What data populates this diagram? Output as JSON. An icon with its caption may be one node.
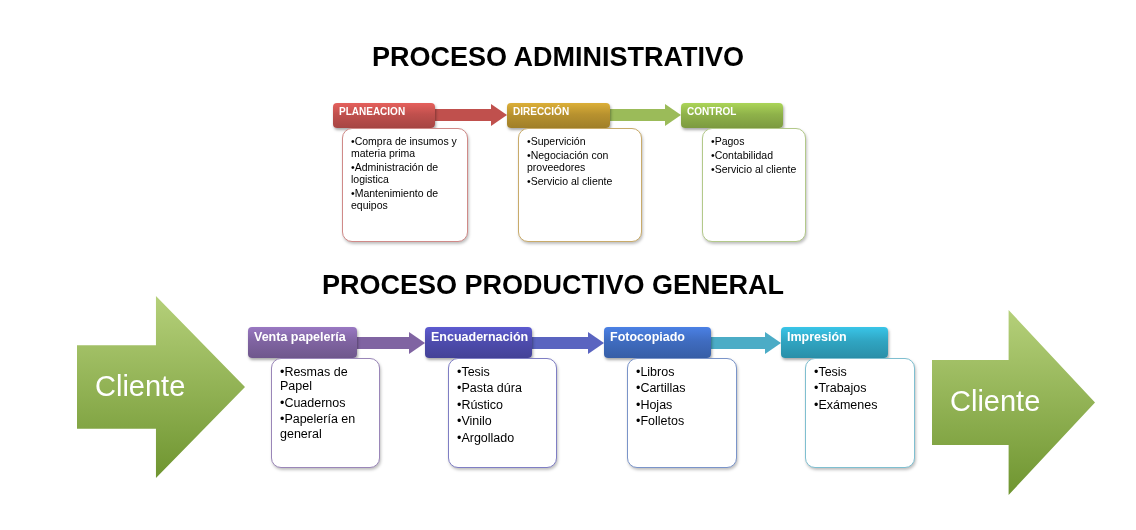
{
  "diagram": {
    "title": "PROCESO ADMINISTRATIVO",
    "nodes": [
      {
        "text": [
          "PLANEACION"
        ]
      },
      {
        "text": [
          "•Compra de insumos y materia prima",
          "•Administración de logistica",
          "•Mantenimiento de equipos"
        ]
      },
      {
        "text": [
          "DIRECCIÓN"
        ]
      },
      {
        "text": [
          "•Supervición",
          "•Negociación con proveedores",
          "•Servicio al cliente"
        ]
      },
      {
        "text": [
          "CONTROL"
        ]
      },
      {
        "text": [
          "•Pagos",
          "•Contabilidad",
          "•Servicio al cliente"
        ]
      },
      {
        "text": [
          "Cliente"
        ]
      },
      {
        "text": [
          "Venta papelería"
        ]
      },
      {
        "text": [
          "•Resmas de Papel",
          "•Cuadernos",
          "•Papelería en general"
        ]
      },
      {
        "text": [
          "Encuadernación"
        ]
      },
      {
        "text": [
          "•Tesis",
          "•Pasta dúra",
          "•Rústico",
          "•Vinilo",
          "•Argollado"
        ]
      },
      {
        "text": [
          "Fotocopiado"
        ]
      },
      {
        "text": [
          "•Libros",
          "•Cartillas",
          "•Hojas",
          "•Folletos"
        ]
      },
      {
        "text": [
          "Impresión"
        ]
      },
      {
        "text": [
          "•Tesis",
          "•Trabajos",
          "•Exámenes"
        ]
      },
      {
        "text": [
          "Cliente"
        ]
      }
    ],
    "edges": [
      {
        "from": 0,
        "to": 2,
        "arrow": "to",
        "color": "#c0504d"
      },
      {
        "from": 2,
        "to": 4,
        "arrow": "to",
        "color": "#9bbb59"
      },
      {
        "from": 7,
        "to": 9,
        "arrow": "to",
        "color": "#8064a2"
      },
      {
        "from": 9,
        "to": 11,
        "arrow": "to",
        "color": "#5a64c0"
      },
      {
        "from": 11,
        "to": 13,
        "arrow": "to",
        "color": "#4bacc6"
      }
    ],
    "labels": [
      "PROCESO PRODUCTIVO GENERAL"
    ]
  }
}
